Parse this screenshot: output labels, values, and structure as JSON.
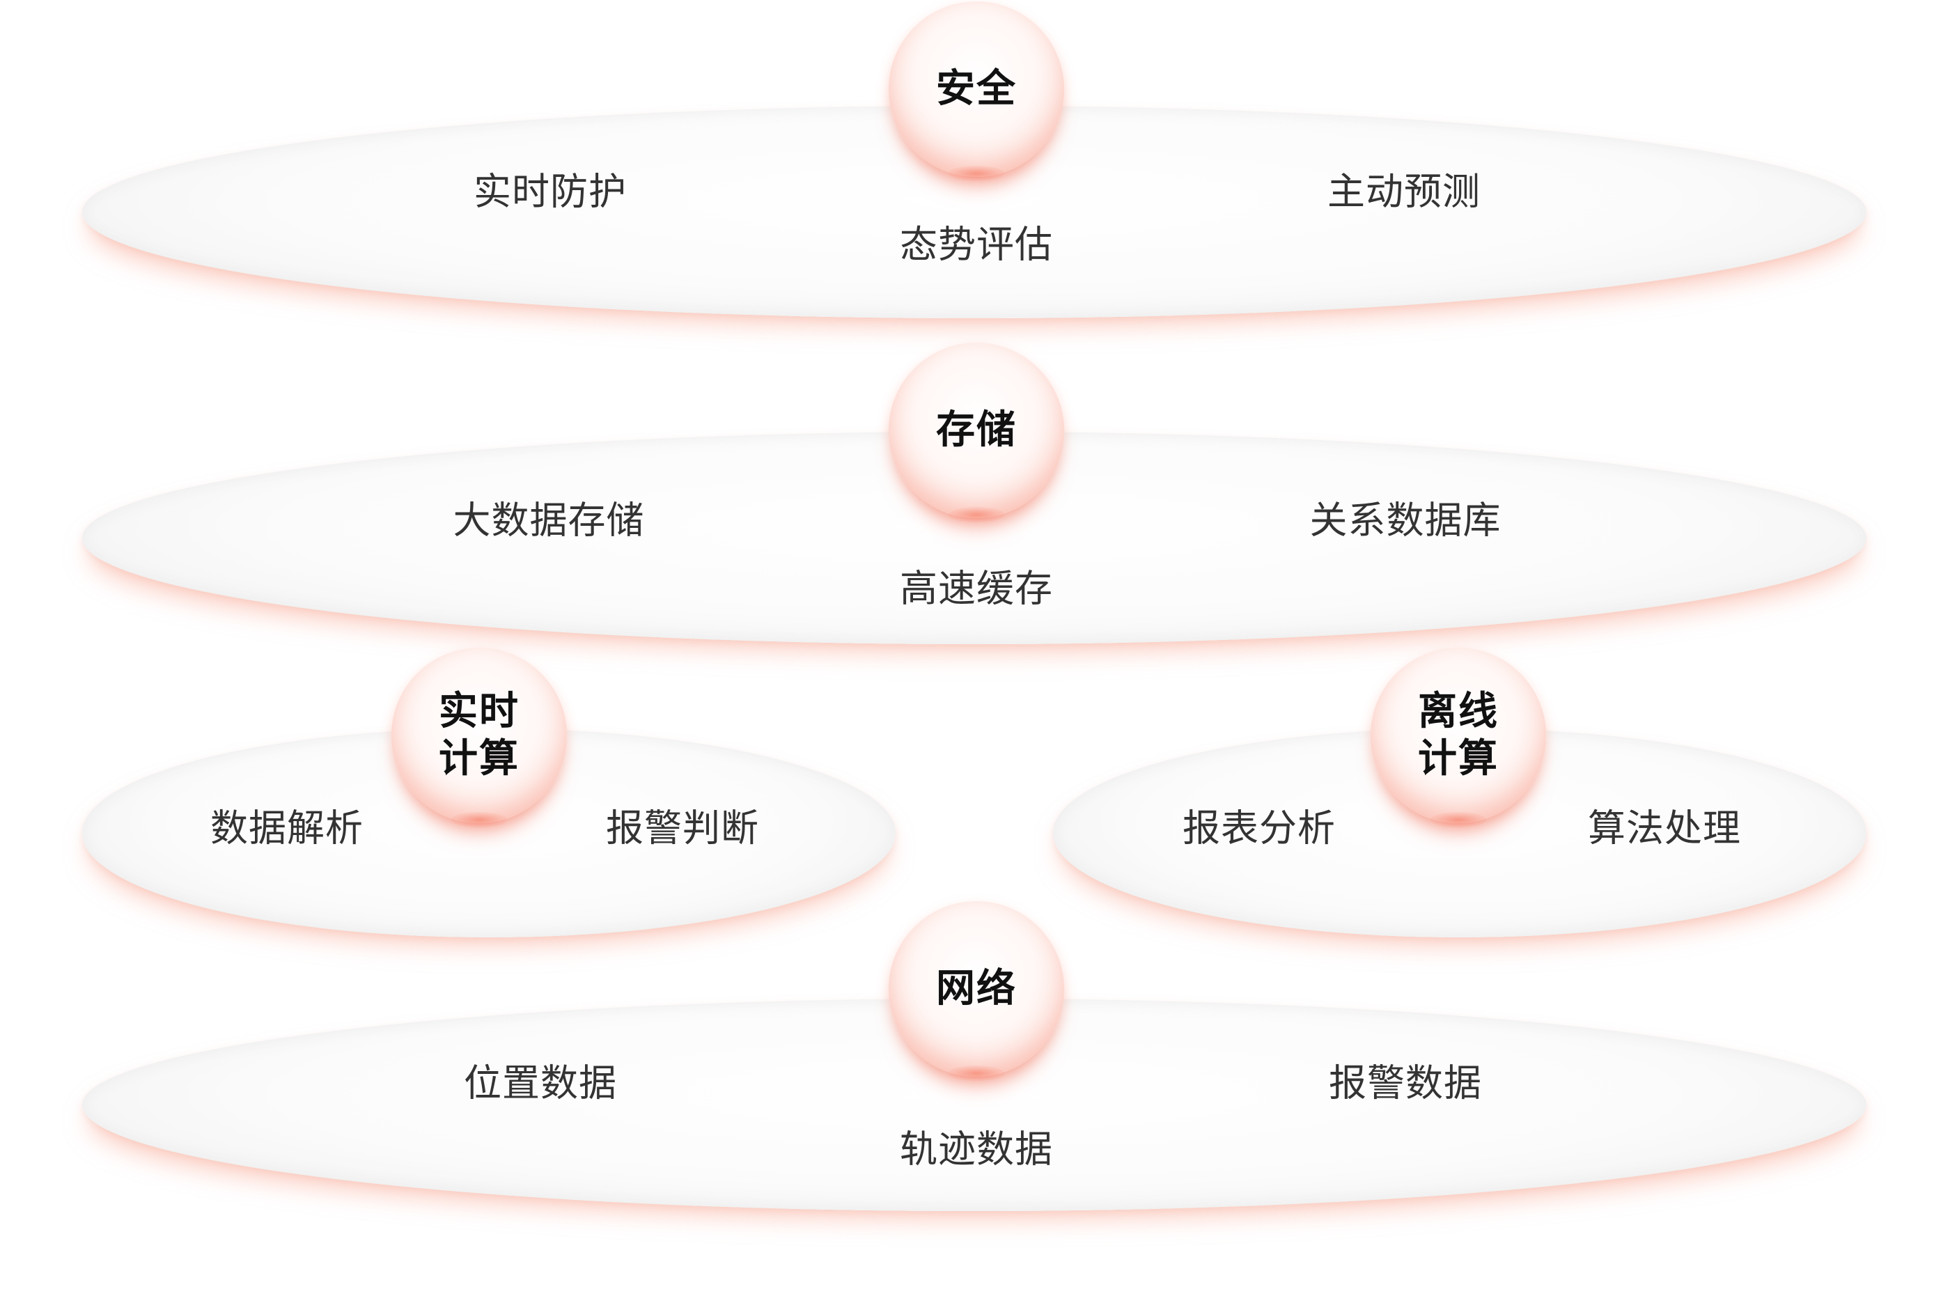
{
  "layers": [
    {
      "id": "security",
      "title": "安全",
      "items": [
        "实时防护",
        "态势评估",
        "主动预测"
      ]
    },
    {
      "id": "storage",
      "title": "存储",
      "items": [
        "大数据存储",
        "高速缓存",
        "关系数据库"
      ]
    },
    {
      "id": "realtime",
      "title": "实时\n计算",
      "items": [
        "数据解析",
        "报警判断"
      ]
    },
    {
      "id": "offline",
      "title": "离线\n计算",
      "items": [
        "报表分析",
        "算法处理"
      ]
    },
    {
      "id": "network",
      "title": "网络",
      "items": [
        "位置数据",
        "轨迹数据",
        "报警数据"
      ]
    }
  ],
  "colors": {
    "sphere_glow": "#f6b5a7",
    "platform_glow": "#faaa96",
    "title_text": "#111111",
    "item_text": "#333333"
  }
}
